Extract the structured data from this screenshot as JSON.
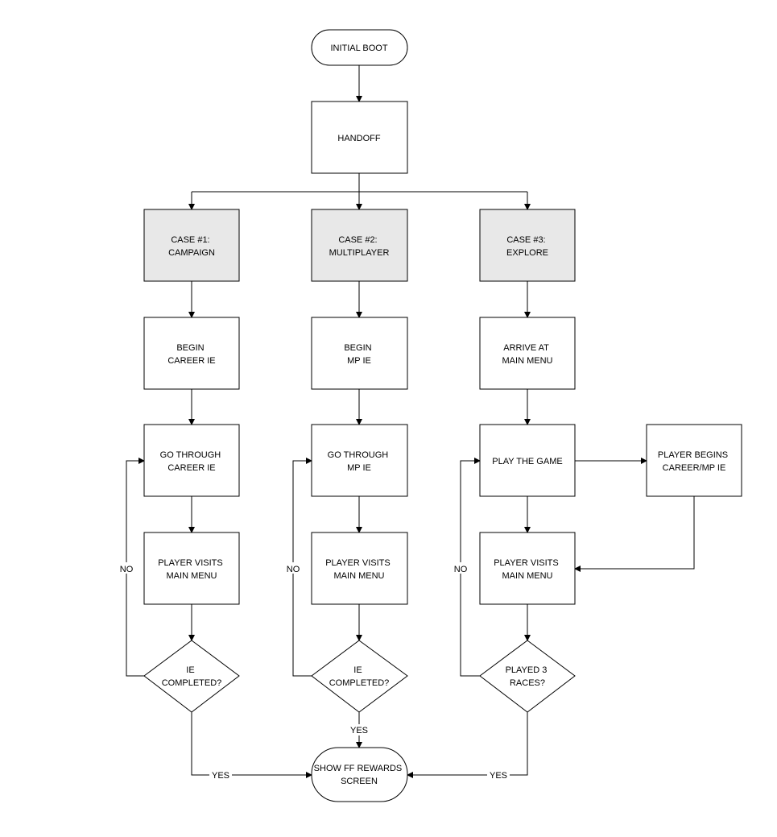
{
  "nodes": {
    "initial_boot": [
      "INITIAL BOOT"
    ],
    "handoff": [
      "HANDOFF"
    ],
    "case1": [
      "CASE #1:",
      "CAMPAIGN"
    ],
    "case2": [
      "CASE #2:",
      "MULTIPLAYER"
    ],
    "case3": [
      "CASE #3:",
      "EXPLORE"
    ],
    "begin_career": [
      "BEGIN",
      "CAREER IE"
    ],
    "begin_mp": [
      "BEGIN",
      "MP IE"
    ],
    "arrive_menu": [
      "ARRIVE AT",
      "MAIN MENU"
    ],
    "through_career": [
      "GO THROUGH",
      "CAREER IE"
    ],
    "through_mp": [
      "GO THROUGH",
      "MP IE"
    ],
    "play_game": [
      "PLAY THE GAME"
    ],
    "player_begins": [
      "PLAYER BEGINS",
      "CAREER/MP IE"
    ],
    "visits1": [
      "PLAYER VISITS",
      "MAIN MENU"
    ],
    "visits2": [
      "PLAYER VISITS",
      "MAIN MENU"
    ],
    "visits3": [
      "PLAYER VISITS",
      "MAIN MENU"
    ],
    "completed1": [
      "IE",
      "COMPLETED?"
    ],
    "completed2": [
      "IE",
      "COMPLETED?"
    ],
    "played3": [
      "PLAYED 3",
      "RACES?"
    ],
    "rewards": [
      "SHOW FF REWARDS",
      "SCREEN"
    ]
  },
  "edge_labels": {
    "no1": "NO",
    "no2": "NO",
    "no3": "NO",
    "yes1": "YES",
    "yes2": "YES",
    "yes3": "YES"
  },
  "colors": {
    "stroke": "#000000",
    "case_fill": "#e8e8e8",
    "box_fill": "#ffffff"
  }
}
